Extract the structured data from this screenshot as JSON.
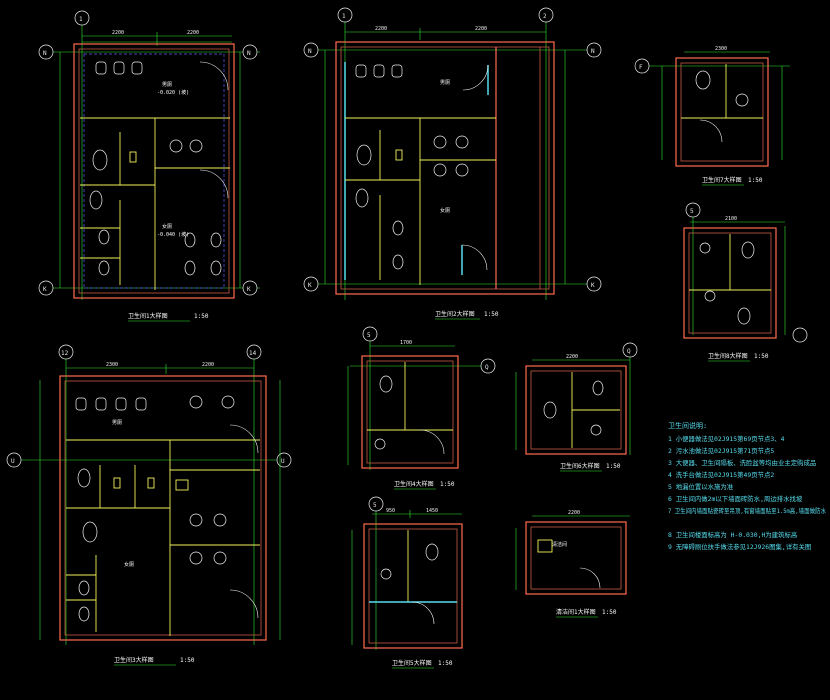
{
  "plans": [
    {
      "id": "p1",
      "title": "卫生间1大样图",
      "scale": "1:50",
      "grid_top": "1",
      "grid_bottom": "",
      "grid_side_top": "N",
      "grid_side_bottom": "K",
      "dims_top": [
        "2200",
        "2200"
      ],
      "room_labels": [
        "男厕",
        "女厕"
      ],
      "levels": [
        "-0.020 (坡)",
        "-0.040 (坡)"
      ]
    },
    {
      "id": "p2",
      "title": "卫生间2大样图",
      "scale": "1:50",
      "grid_top_left": "1",
      "grid_top_right": "2",
      "grid_side_top": "N",
      "grid_side_bottom": "K",
      "dims_top": [
        "2200",
        "2200"
      ],
      "room_labels": [
        "男厕",
        "女厕"
      ]
    },
    {
      "id": "p3",
      "title": "卫生间3大样图",
      "scale": "1:50",
      "grid_top_left": "12",
      "grid_top_right": "14",
      "grid_side": "U",
      "dims_top": [
        "2300",
        "2200"
      ],
      "room_labels": [
        "男厕",
        "女厕"
      ]
    },
    {
      "id": "p4",
      "title": "卫生间4大样图",
      "scale": "1:50",
      "grid_top": "5",
      "grid_side": "Q",
      "dims_top": [
        "1700"
      ]
    },
    {
      "id": "p5",
      "title": "卫生间5大样图",
      "scale": "1:50",
      "grid_top": "5",
      "dims_top": [
        "950",
        "1450"
      ]
    },
    {
      "id": "p6",
      "title": "卫生间6大样图",
      "scale": "1:50",
      "grid_top": "Q",
      "dims_top": [
        "2200"
      ]
    },
    {
      "id": "p7",
      "title": "卫生间7大样图",
      "scale": "1:50",
      "grid_side": "F",
      "dims_top": [
        "2300"
      ]
    },
    {
      "id": "p8",
      "title": "卫生间8大样图",
      "scale": "1:50",
      "grid_top": "5",
      "dims_top": [
        "2100"
      ]
    },
    {
      "id": "p9",
      "title": "清洁间1大样图",
      "scale": "1:50",
      "dims_top": [
        "2200"
      ],
      "room_labels": [
        "清洁间"
      ]
    }
  ],
  "notes": {
    "heading": "卫生间说明:",
    "items": [
      "1 小便器做法见02J915第69页节点3、4",
      "2 污水池做法见02J915第71页节点5",
      "3 大便器、卫生间隔板、洗脸盆等均由业主定购成品",
      "4 洗手台做法见02J915第49页节点2",
      "5 地漏位置以水施为准",
      "6 卫生间内做2m以下墙面砖防水,周边排水找坡",
      "7 卫生间内墙面贴瓷砖至吊顶,有窗墙面贴至1.5m高,墙面做防水",
      "8 卫生间楼面标高为 H-0.030,H为建筑标高",
      "9 无障碍厕位扶手做法参见12J926图集,详有关图"
    ]
  }
}
